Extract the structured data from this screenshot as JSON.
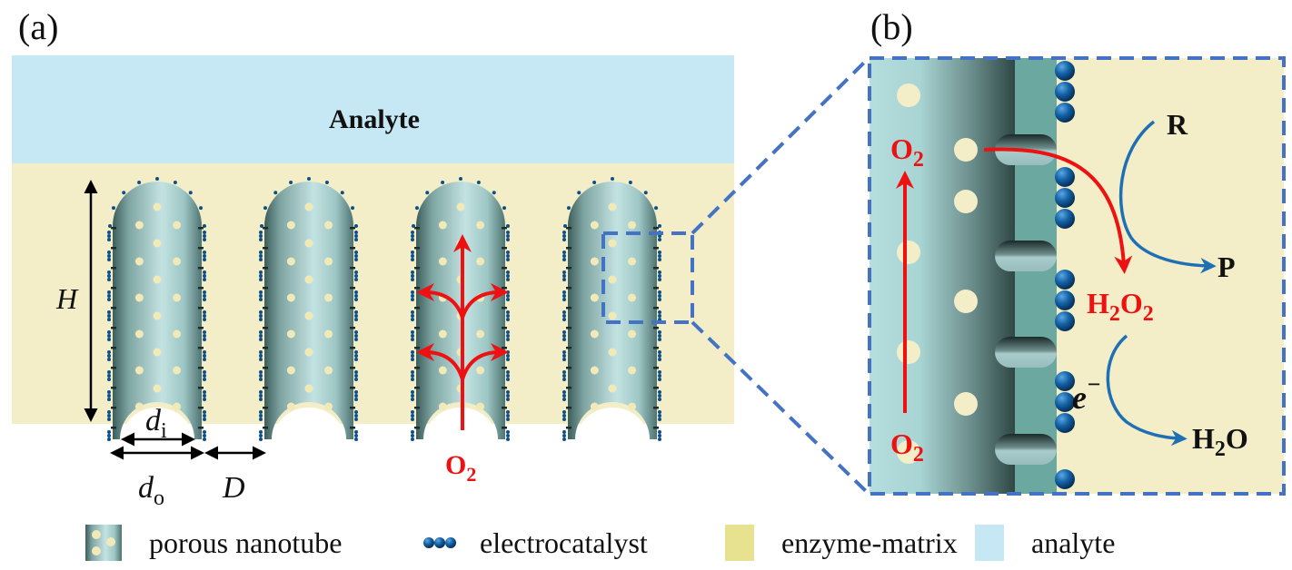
{
  "panels": {
    "a": {
      "label": "(a)"
    },
    "b": {
      "label": "(b)"
    }
  },
  "panel_a": {
    "analyte_label": "Analyte",
    "dimension_labels": {
      "height": "H",
      "inner_diameter_base": "d",
      "inner_diameter_sub": "i",
      "outer_diameter_base": "d",
      "outer_diameter_sub": "o",
      "spacing": "D"
    },
    "oxygen_label": {
      "base": "O",
      "sub": "2"
    },
    "nanotube_count": 4
  },
  "panel_b": {
    "o2_top": {
      "base": "O",
      "sub": "2"
    },
    "o2_bottom": {
      "base": "O",
      "sub": "2"
    },
    "reactant": "R",
    "product": "P",
    "h2o2": {
      "h": "H",
      "sub1": "2",
      "o": "O",
      "sub2": "2"
    },
    "electron": {
      "base": "e",
      "sup": "−"
    },
    "water": {
      "h": "H",
      "sub": "2",
      "o": "O"
    }
  },
  "legend": {
    "items": [
      {
        "label": "porous nanotube",
        "icon": "porous-nanotube-swatch"
      },
      {
        "label": "electrocatalyst",
        "icon": "electrocatalyst-dots"
      },
      {
        "label": "enzyme-matrix",
        "icon": "enzyme-matrix-swatch",
        "color": "#e6e28f"
      },
      {
        "label": "analyte",
        "icon": "analyte-swatch",
        "color": "#c6e8f4"
      }
    ]
  },
  "colors": {
    "analyte": "#c6e8f4",
    "enzyme_matrix": "#f3eec8",
    "oxygen_red": "#ee1111",
    "reaction_blue": "#1f6fb5",
    "dash_blue": "#4472c4",
    "catalyst_blue": "#0d4f8a"
  }
}
